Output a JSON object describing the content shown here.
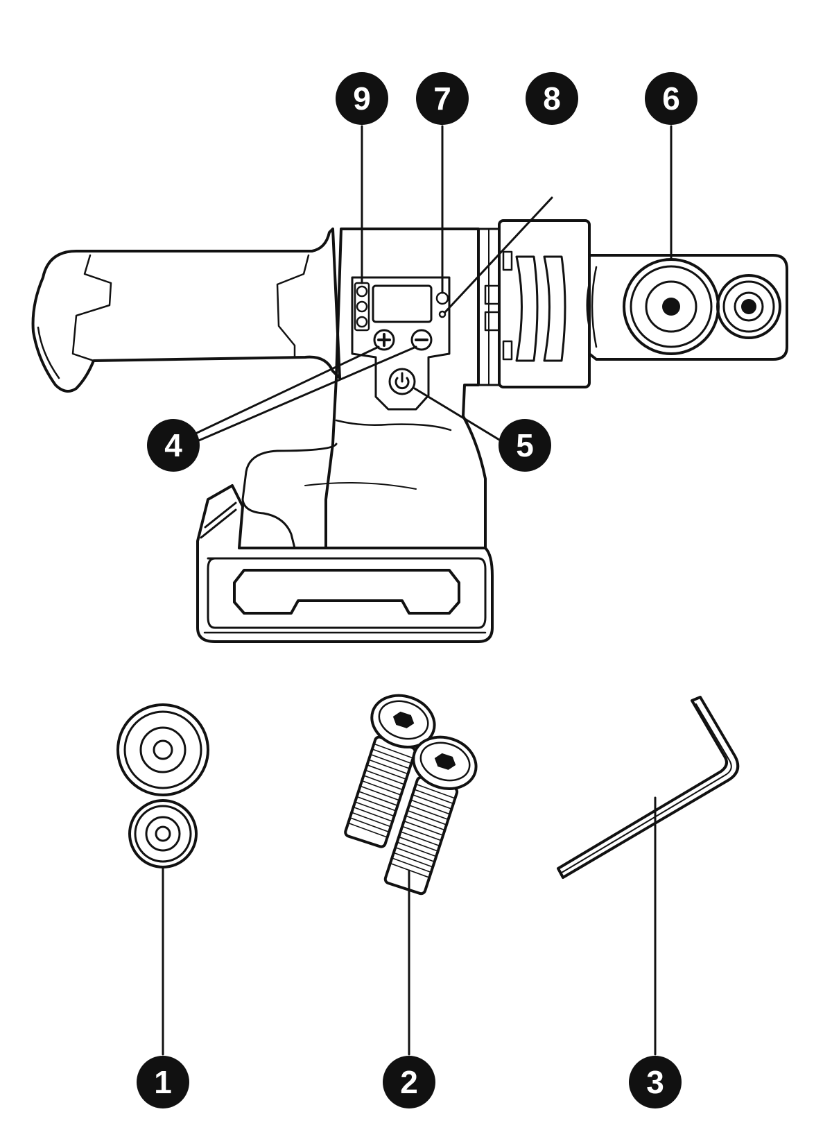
{
  "colors": {
    "ink": "#111111",
    "paper": "#ffffff",
    "gray": "#555555"
  },
  "callouts": [
    {
      "id": "c9",
      "label": "9"
    },
    {
      "id": "c7",
      "label": "7"
    },
    {
      "id": "c8",
      "label": "8"
    },
    {
      "id": "c6",
      "label": "6"
    },
    {
      "id": "c4",
      "label": "4"
    },
    {
      "id": "c5",
      "label": "5"
    },
    {
      "id": "c1",
      "label": "1"
    },
    {
      "id": "c2",
      "label": "2"
    },
    {
      "id": "c3",
      "label": "3"
    }
  ],
  "control_icons": {
    "plus": "plus-icon",
    "minus": "minus-icon",
    "power": "power-icon"
  }
}
